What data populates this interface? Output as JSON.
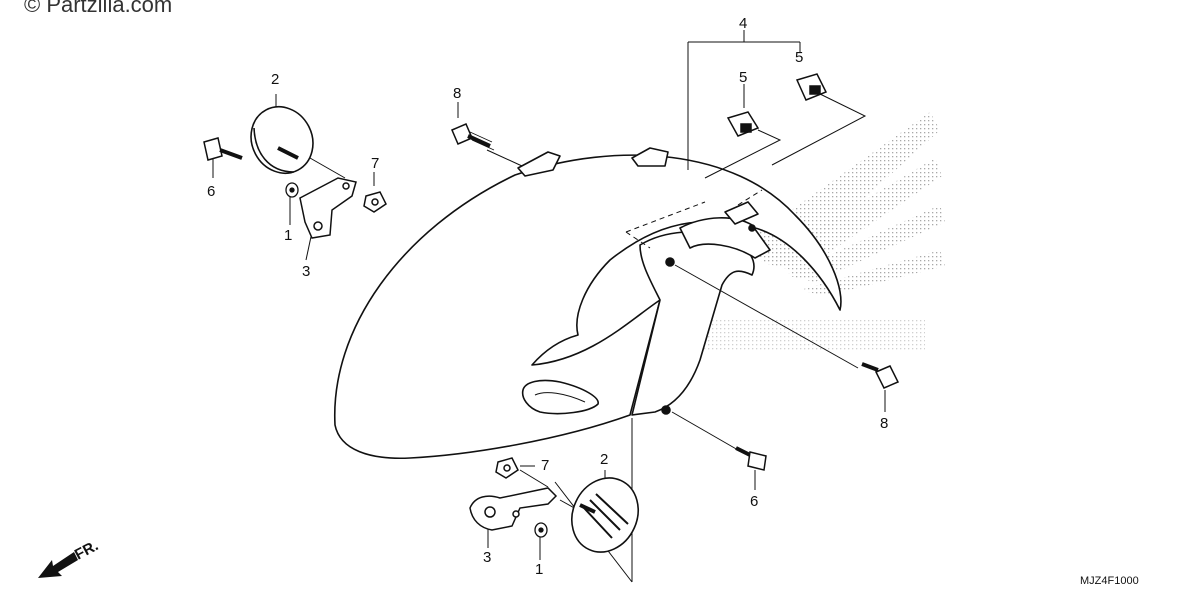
{
  "copyright": "© Partzilla.com",
  "drawing_code": "MJZ4F1000",
  "front_marker": "FR.",
  "callouts": {
    "c1a": "1",
    "c1b": "1",
    "c2a": "2",
    "c2b": "2",
    "c3a": "3",
    "c3b": "3",
    "c4": "4",
    "c5a": "5",
    "c5b": "5",
    "c6a": "6",
    "c6b": "6",
    "c7a": "7",
    "c7b": "7",
    "c8a": "8",
    "c8b": "8"
  }
}
